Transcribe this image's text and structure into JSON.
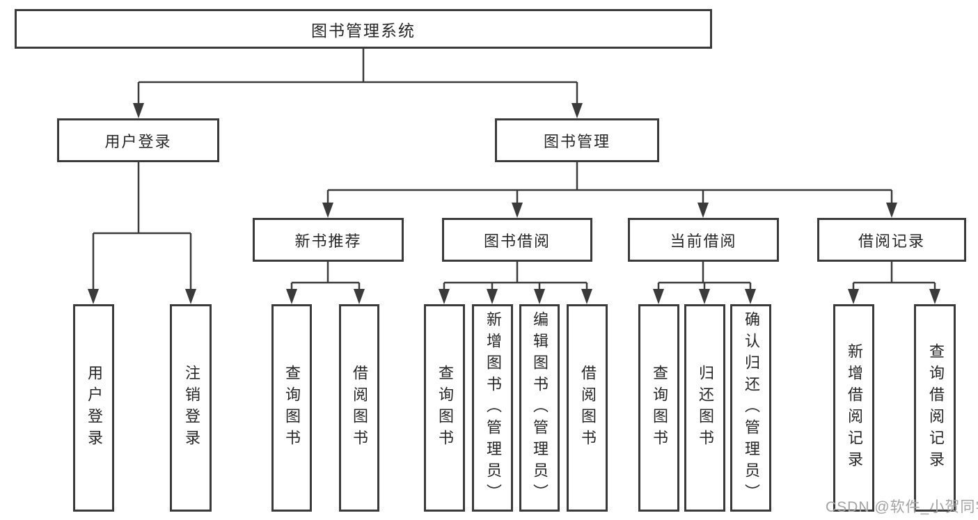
{
  "diagram": {
    "root": "图书管理系统",
    "level2": [
      "用户登录",
      "图书管理"
    ],
    "login_children": [
      "用户登录",
      "注销登录"
    ],
    "book_mgmt_children": [
      "新书推荐",
      "图书借阅",
      "当前借阅",
      "借阅记录"
    ],
    "new_book_children": [
      "查询图书",
      "借阅图书"
    ],
    "borrow_children": [
      "查询图书",
      "新增图书（管理员）",
      "编辑图书（管理员）",
      "借阅图书"
    ],
    "current_children": [
      "查询图书",
      "归还图书",
      "确认归还（管理员）"
    ],
    "record_children": [
      "新增借阅记录",
      "查询借阅记录"
    ]
  },
  "watermark": {
    "text": "CSDN @软件_小贺同学"
  },
  "colors": {
    "line": "#3a3a3a",
    "text": "#262626",
    "watermark": "#a3a3a3",
    "background": "#ffffff"
  }
}
